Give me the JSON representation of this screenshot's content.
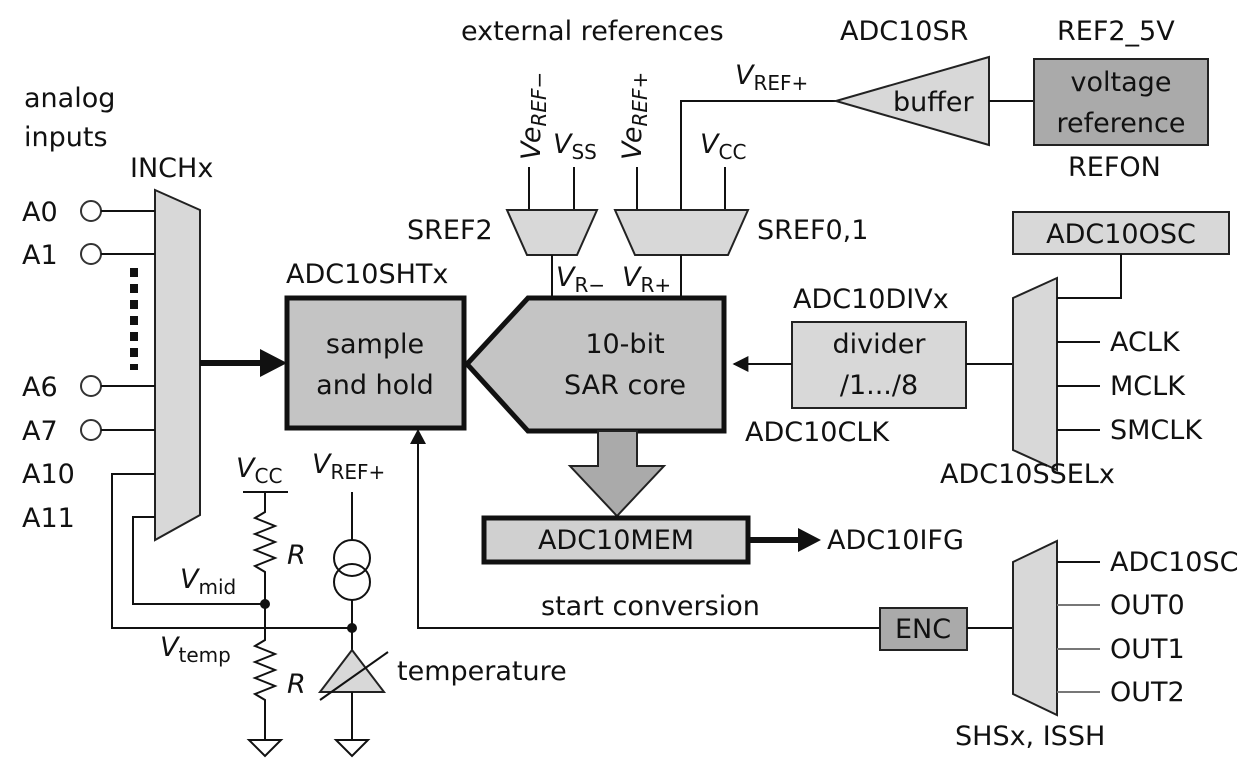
{
  "labels": {
    "analog_inputs_1": "analog",
    "analog_inputs_2": "inputs",
    "inchx": "INCHx",
    "a0": "A0",
    "a1": "A1",
    "a6": "A6",
    "a7": "A7",
    "a10": "A10",
    "a11": "A11",
    "external_references": "external references",
    "adc10sr": "ADC10SR",
    "ref2_5v": "REF2_5V",
    "refon": "REFON",
    "buffer": "buffer",
    "voltage_reference_1": "voltage",
    "voltage_reference_2": "reference",
    "sref2": "SREF2",
    "sref01": "SREF0,1",
    "adc10shtx": "ADC10SHTx",
    "sample_hold_1": "sample",
    "sample_hold_2": "and hold",
    "sar_core_1": "10-bit",
    "sar_core_2": "SAR core",
    "adc10divx": "ADC10DIVx",
    "divider_1": "divider",
    "divider_2": "/1.../8",
    "adc10clk": "ADC10CLK",
    "adc10osc": "ADC10OSC",
    "aclk": "ACLK",
    "mclk": "MCLK",
    "smclk": "SMCLK",
    "adc10sselx": "ADC10SSELx",
    "adc10mem": "ADC10MEM",
    "adc10ifg": "ADC10IFG",
    "start_conversion": "start conversion",
    "enc": "ENC",
    "adc10sc": "ADC10SC",
    "out0": "OUT0",
    "out1": "OUT1",
    "out2": "OUT2",
    "shsx_issh": "SHSx, ISSH",
    "temperature": "temperature",
    "r": "R"
  },
  "symbols": {
    "v": "V",
    "ve": "Ve",
    "ref_plus": "REF+",
    "ref_minus": "REF−",
    "ss": "SS",
    "cc": "CC",
    "r_minus": "R−",
    "r_plus": "R+",
    "mid": "mid",
    "temp": "temp"
  }
}
